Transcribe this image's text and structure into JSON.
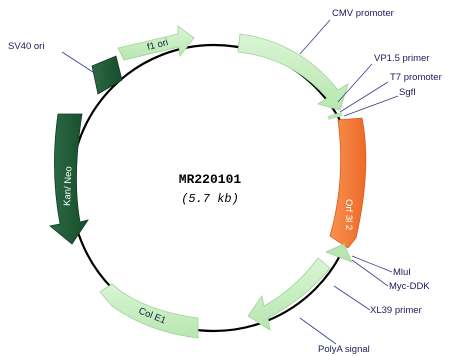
{
  "plasmid": {
    "name": "MR220101",
    "size": "(5.7 kb)"
  },
  "features": {
    "f1_ori": "f1 ori",
    "cmv": "CMV promoter",
    "orf": "Orf 3l 2",
    "polya_arrow_label": "",
    "col_e1": "Col E1",
    "kan_neo": "Kan/ Neo",
    "sv40": "SV40 ori"
  },
  "labels": {
    "cmv_promoter": "CMV promoter",
    "vp15_primer": "VP1.5 primer",
    "t7_promoter": "T7 promoter",
    "sgfi": "SgfI",
    "mlui": "MluI",
    "myc_ddk": "Myc-DDK",
    "xl39_primer": "XL39 primer",
    "polya_signal": "PolyA signal",
    "sv40_ori": "SV40 ori"
  },
  "colors": {
    "light_green": "#c9efc4",
    "dark_green": "#1f5a36",
    "orange": "#f47b3c",
    "backbone": "#000000",
    "leader": "#3a3a8a"
  }
}
